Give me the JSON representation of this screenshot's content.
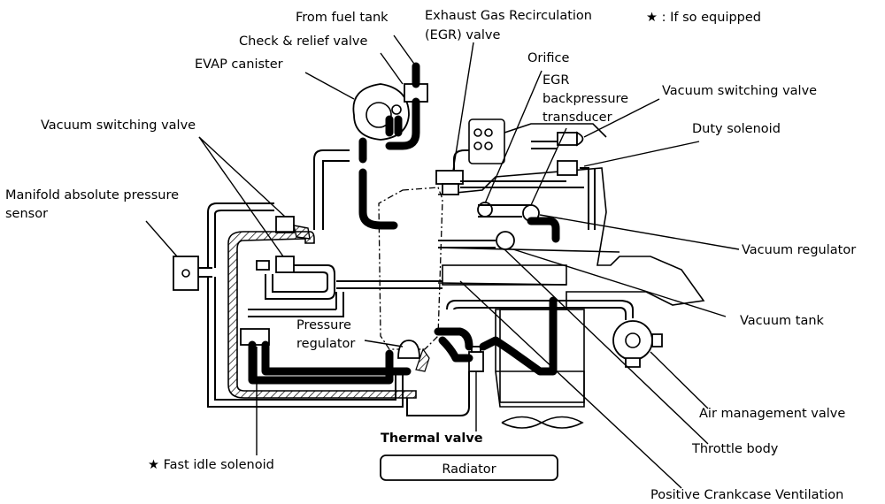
{
  "legend": "★ : If so equipped",
  "labels": {
    "from_fuel_tank": "From fuel tank",
    "egr_valve_1": "Exhaust Gas Recirculation",
    "egr_valve_2": "(EGR) valve",
    "check_relief_valve": "Check & relief valve",
    "evap_canister": "EVAP canister",
    "orifice": "Orifice",
    "egr_transducer_1": "EGR",
    "egr_transducer_2": "backpressure",
    "egr_transducer_3": "transducer",
    "vacuum_switching_valve_right": "Vacuum switching valve",
    "duty_solenoid": "Duty solenoid",
    "vacuum_switching_valve_left": "Vacuum switching valve",
    "map_sensor_1": "Manifold absolute pressure",
    "map_sensor_2": "sensor",
    "vacuum_regulator": "Vacuum regulator",
    "vacuum_tank": "Vacuum tank",
    "pressure_regulator_1": "Pressure",
    "pressure_regulator_2": "regulator",
    "air_management_valve": "Air management valve",
    "thermal_valve": "Thermal valve",
    "throttle_body": "Throttle body",
    "fast_idle_solenoid": "★ Fast idle solenoid",
    "radiator": "Radiator",
    "pcv": "Positive Crankcase Ventilation"
  }
}
